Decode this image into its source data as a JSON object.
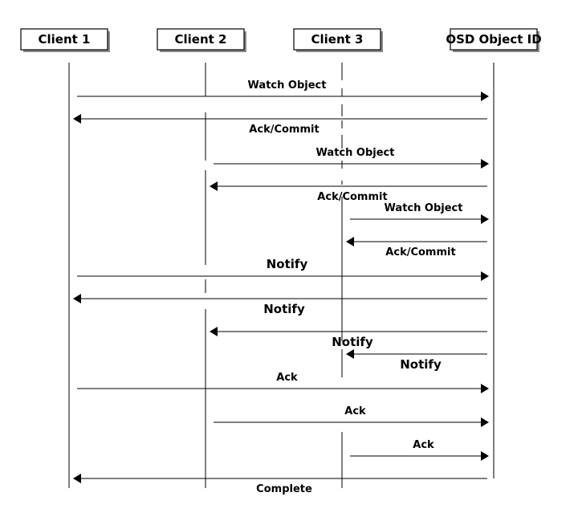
{
  "participants": [
    "Client 1",
    "Client 2",
    "Client 3",
    "OSD Object ID"
  ],
  "messages": [
    {
      "from": 0,
      "to": 3,
      "label": "Watch Object",
      "label_pos": "above",
      "size": "small"
    },
    {
      "from": 3,
      "to": 0,
      "label": "Ack/Commit",
      "label_pos": "below",
      "size": "small"
    },
    {
      "from": 1,
      "to": 3,
      "label": "Watch Object",
      "label_pos": "above",
      "size": "small"
    },
    {
      "from": 3,
      "to": 1,
      "label": "Ack/Commit",
      "label_pos": "below",
      "size": "small"
    },
    {
      "from": 2,
      "to": 3,
      "label": "Watch Object",
      "label_pos": "above",
      "size": "small"
    },
    {
      "from": 3,
      "to": 2,
      "label": "Ack/Commit",
      "label_pos": "below",
      "size": "small"
    },
    {
      "from": 0,
      "to": 3,
      "label": "Notify",
      "label_pos": "above",
      "size": "large"
    },
    {
      "from": 3,
      "to": 0,
      "label": "Notify",
      "label_pos": "below",
      "size": "large"
    },
    {
      "from": 3,
      "to": 1,
      "label": "Notify",
      "label_pos": "below",
      "size": "large"
    },
    {
      "from": 3,
      "to": 2,
      "label": "Notify",
      "label_pos": "below",
      "size": "large"
    },
    {
      "from": 0,
      "to": 3,
      "label": "Ack",
      "label_pos": "above",
      "size": "small"
    },
    {
      "from": 1,
      "to": 3,
      "label": "Ack",
      "label_pos": "above",
      "size": "small"
    },
    {
      "from": 2,
      "to": 3,
      "label": "Ack",
      "label_pos": "above",
      "size": "small"
    },
    {
      "from": 3,
      "to": 0,
      "label": "Complete",
      "label_pos": "below",
      "size": "small"
    }
  ]
}
